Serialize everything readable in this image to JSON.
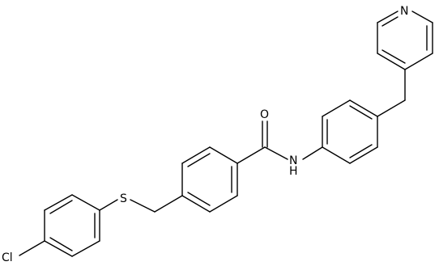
{
  "molecule": {
    "atoms": {
      "chlorine": "Cl",
      "sulfur": "S",
      "oxygen": "O",
      "nitrogen_amide": "N",
      "hydrogen_amide": "H",
      "nitrogen_pyridine": "N"
    },
    "colors": {
      "bond": "#000000",
      "label": "#000000",
      "background": "#ffffff"
    }
  }
}
